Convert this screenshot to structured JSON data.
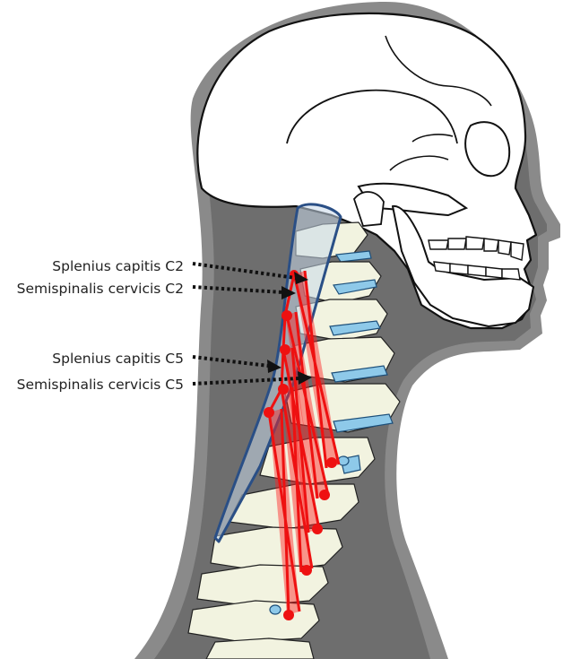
{
  "labels": {
    "splenius_c2": "Splenius capitis C2",
    "semispinalis_c2": "Semispinalis cervicis C2",
    "splenius_c5": "Splenius capitis C5",
    "semispinalis_c5": "Semispinalis cervicis C5"
  },
  "colors": {
    "outline": "#8a8a8a",
    "neck": "#6e6e6e",
    "skull": "#ffffff",
    "bone": "#f2f3e0",
    "disc": "#8ec9e9",
    "muscle": "#ee1111",
    "splenius_band": "#c9d8ea"
  }
}
